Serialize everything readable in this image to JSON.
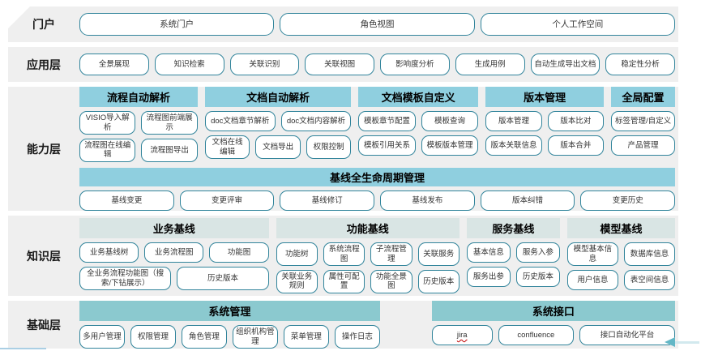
{
  "portal": {
    "label": "门户",
    "items": [
      "系统门户",
      "角色视图",
      "个人工作空间"
    ]
  },
  "application": {
    "label": "应用层",
    "items": [
      "全景展现",
      "知识检索",
      "关联识别",
      "关联视图",
      "影响度分析",
      "生成用例",
      "自动生成导出文档",
      "稳定性分析"
    ]
  },
  "capability": {
    "label": "能力层",
    "groups": [
      {
        "title": "流程自动解析",
        "row1": [
          "VISIO导入解析",
          "流程图前端展示"
        ],
        "row2": [
          "流程图在线编辑",
          "流程图导出"
        ]
      },
      {
        "title": "文档自动解析",
        "row1": [
          "doc文档章节解析",
          "doc文档内容解析"
        ],
        "row2": [
          "文档在线编辑",
          "文档导出",
          "权限控制"
        ]
      },
      {
        "title": "文档模板自定义",
        "row1": [
          "模板章节配置",
          "模板查询"
        ],
        "row2": [
          "模板引用关系",
          "模板版本管理"
        ]
      },
      {
        "title": "版本管理",
        "row1": [
          "版本管理",
          "版本比对"
        ],
        "row2": [
          "版本关联信息",
          "版本合并"
        ]
      },
      {
        "title": "全局配置",
        "row1": [
          "标签管理/自定义"
        ],
        "row2": [
          "产品管理"
        ]
      }
    ],
    "baseline": {
      "title": "基线全生命周期管理",
      "items": [
        "基线变更",
        "变更评审",
        "基线修订",
        "基线发布",
        "版本纠错",
        "变更历史"
      ]
    }
  },
  "knowledge": {
    "label": "知识层",
    "groups": [
      {
        "title": "业务基线",
        "row1": [
          "业务基线树",
          "业务流程图",
          "功能图"
        ],
        "row2": [
          "全业务流程功能图（搜索/下钻展示）",
          "历史版本"
        ]
      },
      {
        "title": "功能基线",
        "row1": [
          "功能树",
          "系统流程图",
          "子流程管理",
          "关联服务"
        ],
        "row2": [
          "关联业务规则",
          "属性可配置",
          "功能全景图",
          "历史版本"
        ]
      },
      {
        "title": "服务基线",
        "row1": [
          "基本信息",
          "服务入参"
        ],
        "row2": [
          "服务出参",
          "历史版本"
        ]
      },
      {
        "title": "模型基线",
        "row1": [
          "模型基本信息",
          "数据库信息"
        ],
        "row2": [
          "用户信息",
          "表空间信息"
        ]
      }
    ]
  },
  "foundation": {
    "label": "基础层",
    "groups": [
      {
        "title": "系统管理",
        "row1": [
          "多用户管理",
          "权限管理",
          "角色管理",
          "组织机构管理",
          "菜单管理",
          "操作日志"
        ]
      },
      {
        "title": "系统接口",
        "row1": [
          "jira",
          "confluence",
          "接口自动化平台"
        ]
      }
    ]
  },
  "colors": {
    "band": "#efefef",
    "capability_header": "#8fcfdf",
    "knowledge_header": "#d9e5e4",
    "foundation_header": "#8bc9cf",
    "box_border": "#31849b",
    "spellcheck_underline": "#c00000"
  }
}
